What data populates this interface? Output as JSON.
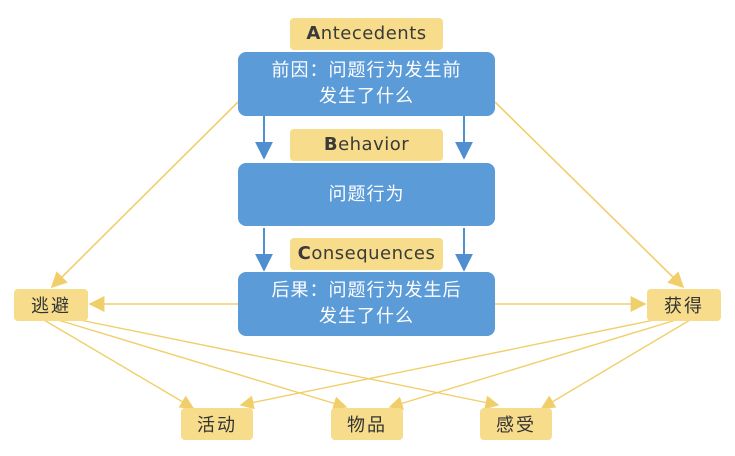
{
  "labels": {
    "antecedents": {
      "first": "A",
      "rest": "ntecedents"
    },
    "behavior": {
      "first": "B",
      "rest": "ehavior"
    },
    "consequences": {
      "first": "C",
      "rest": "onsequences"
    }
  },
  "boxes": {
    "antecedent": {
      "line1": "前因：问题行为发生前",
      "line2": "发生了什么"
    },
    "behavior": {
      "line1": "问题行为"
    },
    "consequence": {
      "line1": "后果：问题行为发生后",
      "line2": "发生了什么"
    }
  },
  "nodes": {
    "escape": "逃避",
    "gain": "获得",
    "activity": "活动",
    "item": "物品",
    "sensation": "感受"
  },
  "colors": {
    "box_blue": "#5b9bd8",
    "tag_yellow": "#f6dc8b",
    "arrow_blue": "#4f8fd0",
    "arrow_yellow": "#f0cf6a"
  }
}
